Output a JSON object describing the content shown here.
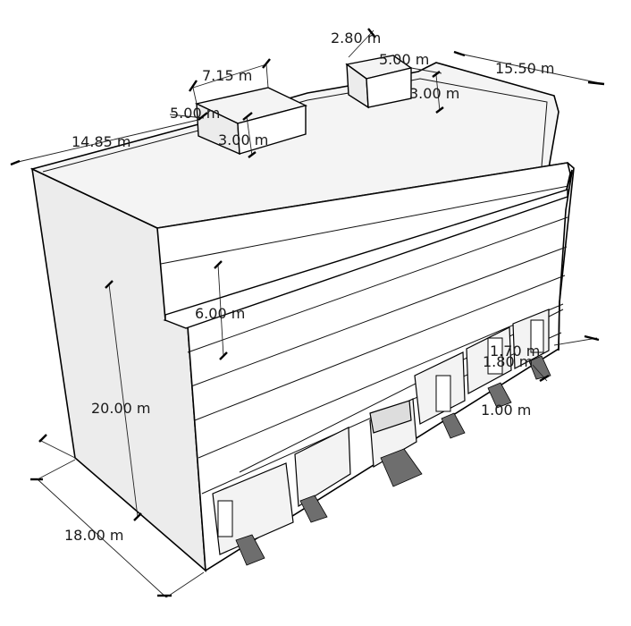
{
  "dimensions": {
    "width_front": "15.50 m",
    "depth_top": "14.85 m",
    "depth_side": "18.00 m",
    "height": "20.00 m",
    "setback": "6.00 m",
    "box1_width": "7.15 m",
    "box1_depth": "5.00 m",
    "box1_height": "3.00 m",
    "box2_height": "2.80 m",
    "box2_width": "5.00 m",
    "box2_depth": "3.00 m",
    "door_a": "1.70 m",
    "door_b": "1.80 m",
    "door_c": "1.00 m"
  },
  "colors": {
    "roof": "#f4f4f4",
    "front_wall": "#ffffff",
    "side_wall": "#ececec",
    "line": "#000000",
    "stair": "#6e6e6e"
  }
}
